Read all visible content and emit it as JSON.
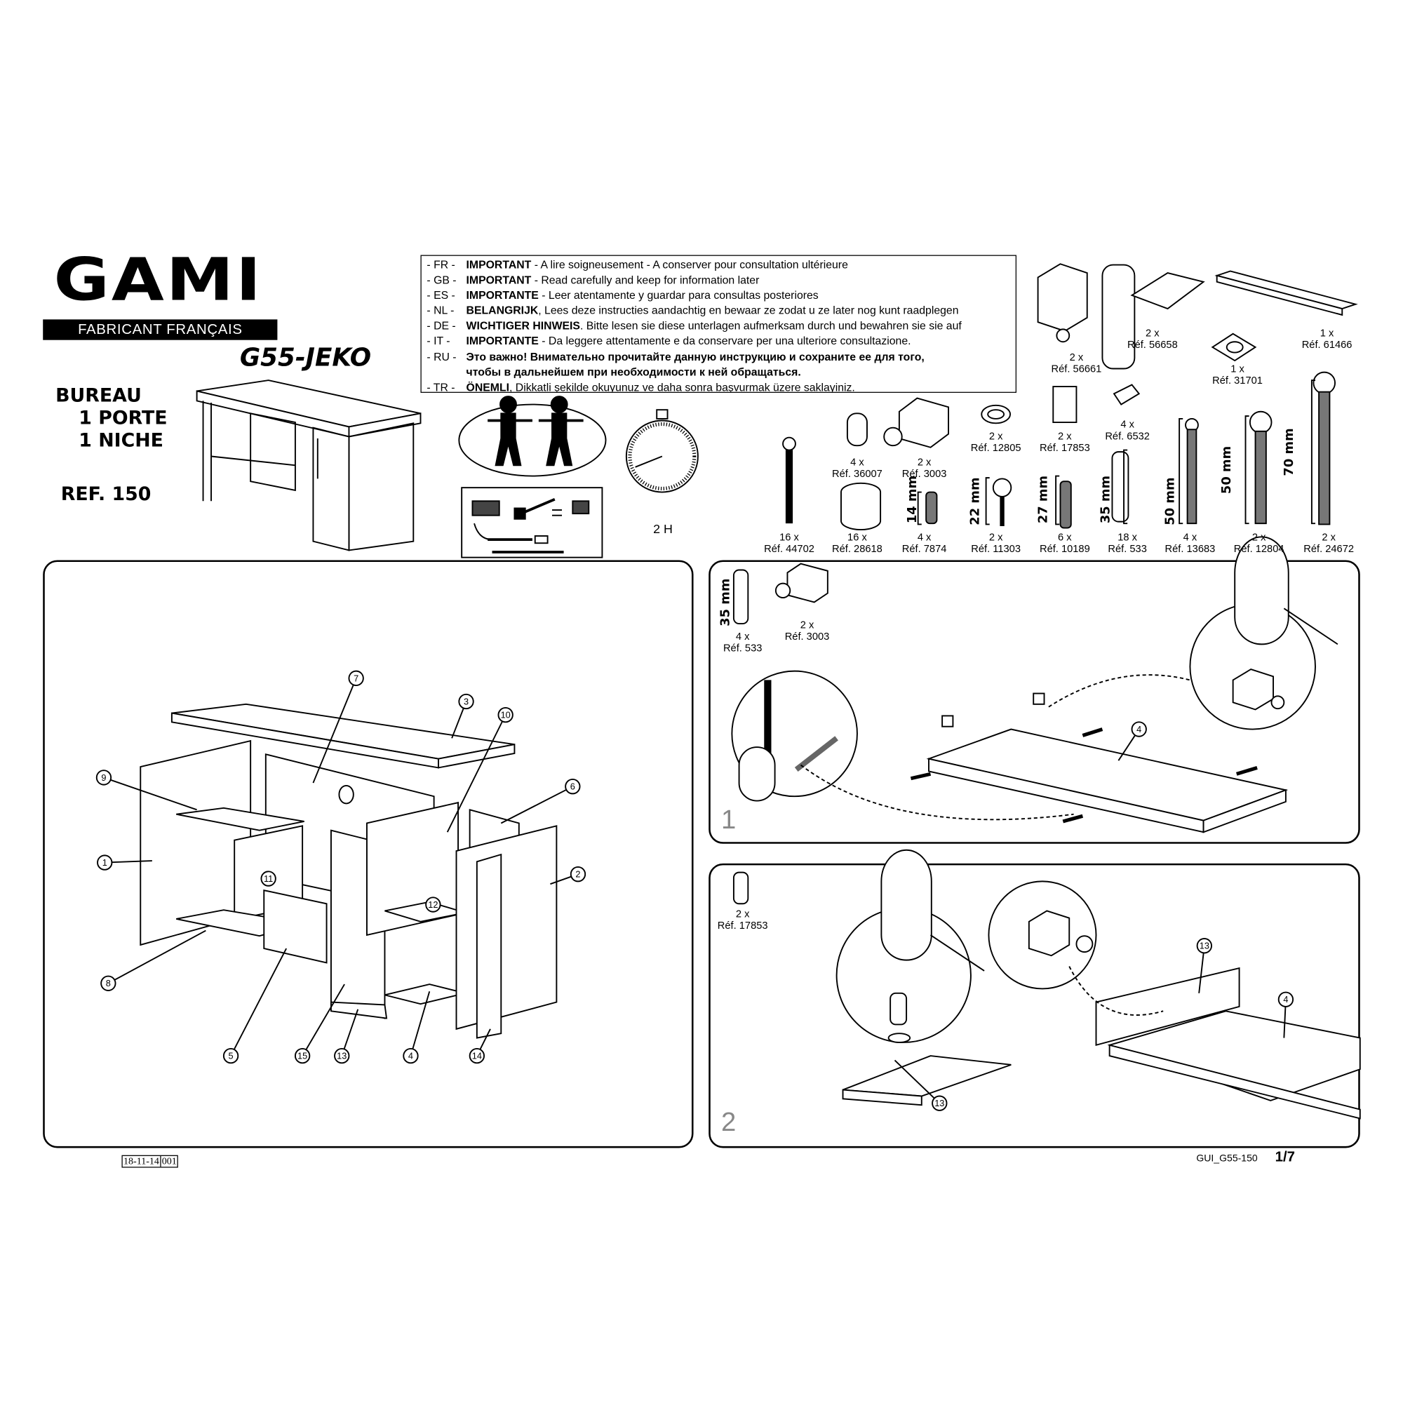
{
  "brand": {
    "logo": "GAMI",
    "tagline": "FABRICANT FRANÇAIS"
  },
  "product": {
    "model": "G55-JEKO",
    "lines": [
      "BUREAU",
      "1 PORTE",
      "1 NICHE"
    ],
    "ref": "REF. 150"
  },
  "notice": [
    {
      "lang": "- FR -",
      "bold": "IMPORTANT",
      "text": " - A lire soigneusement - A conserver pour consultation ultérieure"
    },
    {
      "lang": "- GB -",
      "bold": "IMPORTANT",
      "text": " - Read carefully and keep for information later"
    },
    {
      "lang": "- ES -",
      "bold": "IMPORTANTE",
      "text": " - Leer atentamente y guardar para consultas posteriores"
    },
    {
      "lang": "- NL -",
      "bold": "BELANGRIJK",
      "text": ", Lees deze instructies aandachtig en bewaar ze zodat u ze later nog kunt raadplegen"
    },
    {
      "lang": "- DE -",
      "bold": "WICHTIGER HINWEIS",
      "text": ". Bitte lesen sie diese unterlagen aufmerksam durch und bewahren sie sie auf"
    },
    {
      "lang": "-  IT  -",
      "bold": "IMPORTANTE",
      "text": " - Da leggere attentamente e da conservare per una ulteriore consultazione."
    },
    {
      "lang": "- RU -",
      "bold": "Это важно!",
      "text": " Внимательно прочитайте данную инструкцию и сохраните ее для того,"
    },
    {
      "lang": "",
      "bold": "",
      "text": "чтобы в дальнейшем при необходимости к ней обращаться."
    },
    {
      "lang": "- TR -",
      "bold": "ÖNEMLI",
      "text": ", Dikkatli şekilde okuyunuz ve daha sonra başvurmak üzere saklayiniz."
    }
  ],
  "assembly_time": "2 H",
  "parts": [
    {
      "qty": "2 x",
      "ref": "Réf. 56661"
    },
    {
      "qty": "2 x",
      "ref": "Réf. 56658"
    },
    {
      "qty": "1 x",
      "ref": "Réf. 61466"
    },
    {
      "qty": "1 x",
      "ref": "Réf. 31701"
    },
    {
      "qty": "2 x",
      "ref": "Réf. 12805"
    },
    {
      "qty": "2 x",
      "ref": "Réf. 17853"
    },
    {
      "qty": "4 x",
      "ref": "Réf. 6532"
    },
    {
      "qty": "4 x",
      "ref": "Réf. 36007"
    },
    {
      "qty": "2 x",
      "ref": "Réf. 3003"
    },
    {
      "qty": "16 x",
      "ref": "Réf. 44702"
    },
    {
      "qty": "16 x",
      "ref": "Réf. 28618"
    },
    {
      "qty": "4 x",
      "ref": "Réf. 7874",
      "dim": "14 mm"
    },
    {
      "qty": "2 x",
      "ref": "Réf. 11303",
      "dim": "22 mm"
    },
    {
      "qty": "6 x",
      "ref": "Réf. 10189",
      "dim": "27 mm"
    },
    {
      "qty": "18 x",
      "ref": "Réf. 533",
      "dim": "35 mm"
    },
    {
      "qty": "4 x",
      "ref": "Réf. 13683",
      "dim": "50 mm"
    },
    {
      "qty": "2 x",
      "ref": "Réf. 12804",
      "dim": "50 mm"
    },
    {
      "qty": "2 x",
      "ref": "Réf. 24672",
      "dim": "70 mm"
    }
  ],
  "exploded_view": {
    "callouts": [
      "7",
      "3",
      "10",
      "9",
      "6",
      "1",
      "2",
      "11",
      "12",
      "8",
      "5",
      "15",
      "13",
      "4",
      "14"
    ]
  },
  "step1": {
    "number": "1",
    "parts": [
      {
        "qty": "4 x",
        "ref": "Réf. 533",
        "dim": "35 mm"
      },
      {
        "qty": "2 x",
        "ref": "Réf. 3003"
      }
    ],
    "callouts": [
      "4"
    ]
  },
  "step2": {
    "number": "2",
    "parts": [
      {
        "qty": "2 x",
        "ref": "Réf. 17853"
      }
    ],
    "callouts": [
      "13",
      "4",
      "13"
    ]
  },
  "footer": {
    "date_code": "18-11-14",
    "version": "001",
    "doc_code": "GUI_G55-150",
    "page": "1/7"
  }
}
